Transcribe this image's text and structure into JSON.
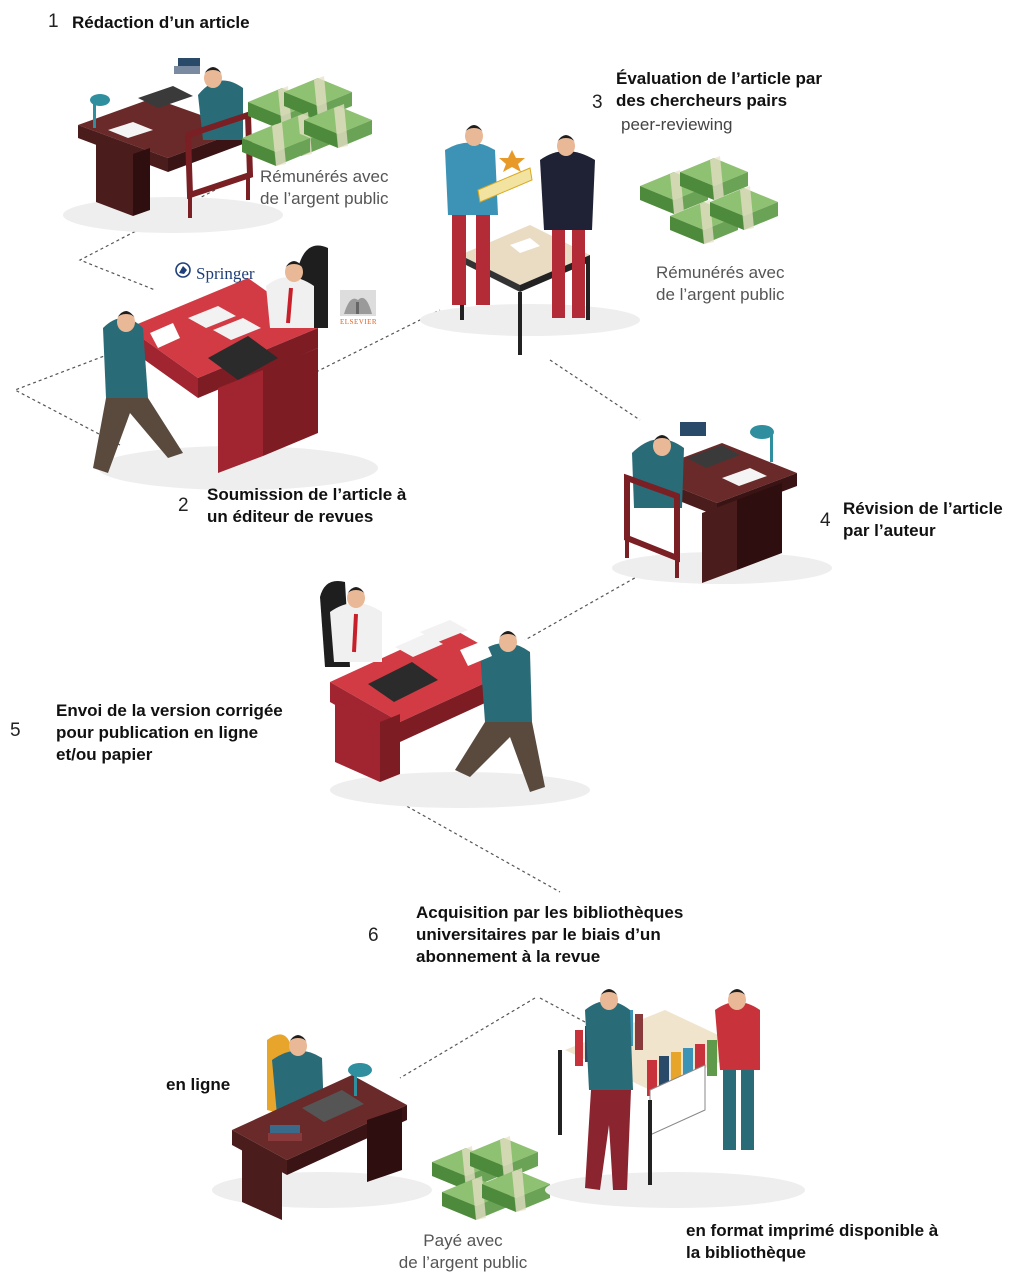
{
  "steps": {
    "s1": {
      "num": "1",
      "title": "Rédaction d’un article"
    },
    "s2": {
      "num": "2",
      "title_l1": "Soumission de l’article à",
      "title_l2": "un éditeur de revues"
    },
    "s3": {
      "num": "3",
      "title_l1": "Évaluation de l’article par",
      "title_l2": "des chercheurs pairs",
      "subtitle": "peer-reviewing"
    },
    "s4": {
      "num": "4",
      "title_l1": "Révision de l’article",
      "title_l2": "par l’auteur"
    },
    "s5": {
      "num": "5",
      "title_l1": "Envoi de la version corrigée",
      "title_l2": "pour publication en ligne",
      "title_l3": "et/ou papier"
    },
    "s6": {
      "num": "6",
      "title_l1": "Acquisition  par les bibliothèques",
      "title_l2": "universitaires par le biais d’un",
      "title_l3": "abonnement à la revue"
    }
  },
  "notes": {
    "paid1_l1": "Rémunérés avec",
    "paid1_l2": "de l’argent public",
    "paid3_l1": "Rémunérés avec",
    "paid3_l2": "de l’argent public",
    "paid6_l1": "Payé avec",
    "paid6_l2": "de l’argent public"
  },
  "outputs": {
    "online": "en ligne",
    "print_l1": "en format imprimé disponible à",
    "print_l2": "la bibliothèque"
  },
  "brands": {
    "springer": "Springer",
    "elsevier": "ELSEVIER"
  },
  "colors": {
    "desk_red": "#c8323a",
    "wood_dark": "#4a1c1c",
    "jacket_teal": "#2a6b78",
    "money_green": "#5f9a4a",
    "pants_red": "#b32b36",
    "sweater_blue": "#3d93b5"
  }
}
